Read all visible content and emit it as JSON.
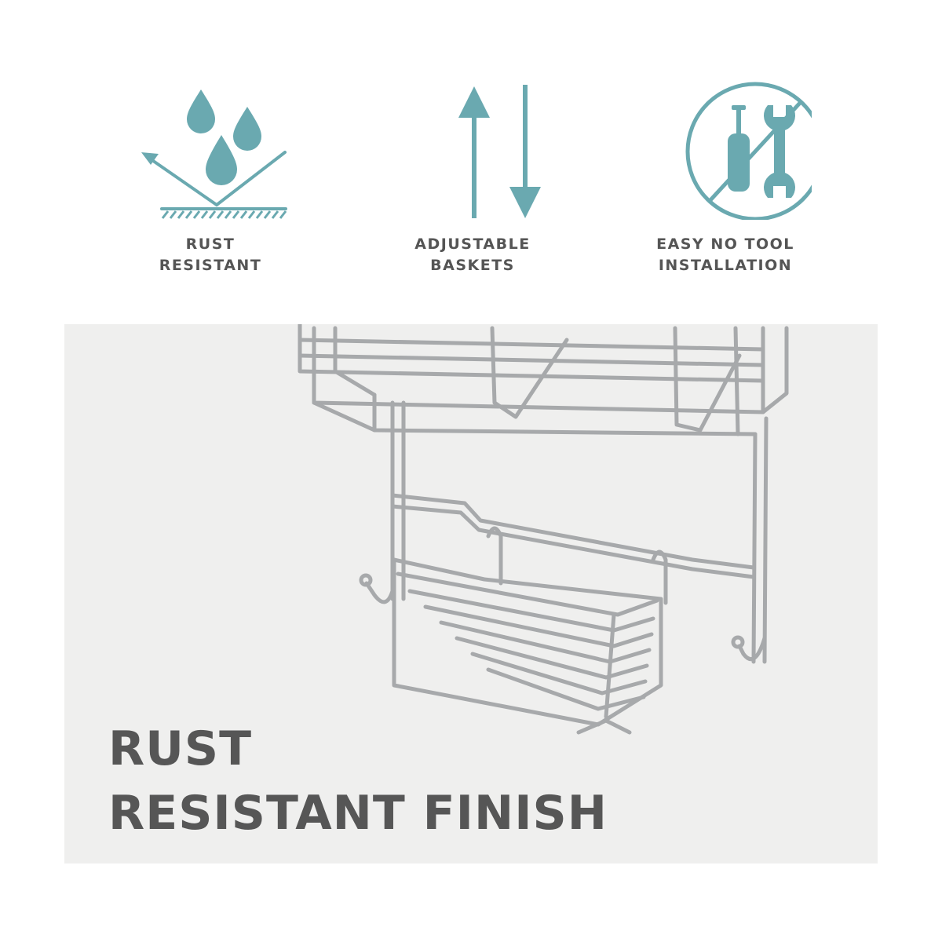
{
  "colors": {
    "accent": "#6aa9b0",
    "text": "#555555",
    "panel": "#efefee",
    "chrome": "#a7a9ab"
  },
  "features": [
    {
      "icon": "water-droplets-rust-icon",
      "line1": "RUST",
      "line2": "RESISTANT"
    },
    {
      "icon": "up-down-arrows-icon",
      "line1": "ADJUSTABLE",
      "line2": "BASKETS"
    },
    {
      "icon": "no-tools-icon",
      "line1": "EASY NO TOOL",
      "line2": "INSTALLATION"
    }
  ],
  "headline": {
    "line1": "RUST",
    "line2": "RESISTANT FINISH"
  }
}
